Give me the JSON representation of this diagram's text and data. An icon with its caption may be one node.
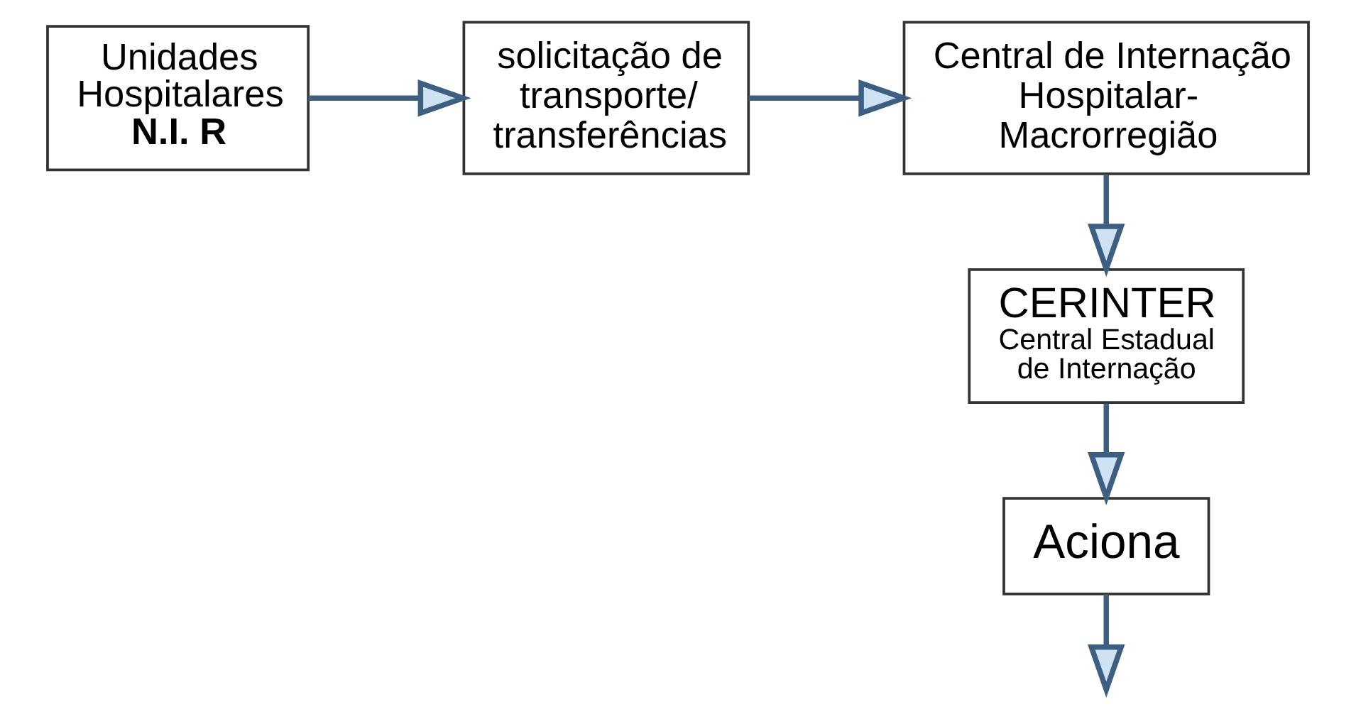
{
  "diagram": {
    "nodes": [
      {
        "text": [
          "Unidades Hospitalares",
          "N.I. R"
        ]
      },
      {
        "text": [
          "solicitação de transporte/ transferências"
        ]
      },
      {
        "text": [
          "Central de Internação Hospitalar- Macrorregião"
        ]
      },
      {
        "text": [
          "CERINTER",
          "Central Estadual de Internação"
        ]
      },
      {
        "text": [
          "Aciona"
        ]
      }
    ],
    "edges": [
      {
        "from": 0,
        "to": 1,
        "arrow": "to"
      },
      {
        "from": 1,
        "to": 2,
        "arrow": "to"
      },
      {
        "from": 2,
        "to": 3,
        "arrow": "to"
      },
      {
        "from": 3,
        "to": 4,
        "arrow": "to"
      },
      {
        "from": 4,
        "to": null,
        "arrow": "to"
      }
    ]
  }
}
